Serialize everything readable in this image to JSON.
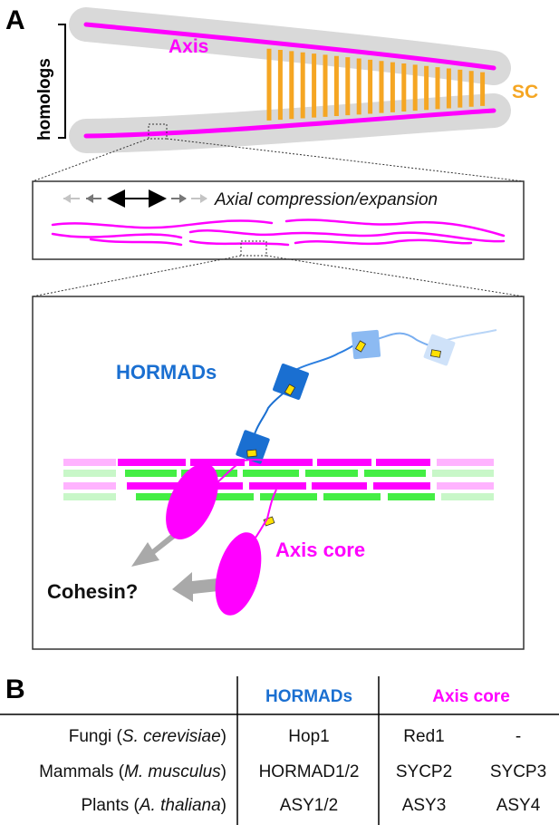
{
  "panel_a": {
    "letter": "A",
    "homologs_label": "homologs",
    "axis_label": "Axis",
    "sc_label": "SC",
    "compression_label": "Axial compression/expansion",
    "hormads_label": "HORMADs",
    "axis_core_label": "Axis core",
    "cohesin_label": "Cohesin?"
  },
  "panel_b": {
    "letter": "B",
    "headers": {
      "hormads": "HORMADs",
      "axis_core": "Axis core"
    },
    "rows": [
      {
        "prefix": "Fungi (",
        "species": "S. cerevisiae",
        "suffix": ")",
        "hormad": "Hop1",
        "core1": "Red1",
        "core2": "-"
      },
      {
        "prefix": "Mammals (",
        "species": "M. musculus",
        "suffix": ")",
        "hormad": "HORMAD1/2",
        "core1": "SYCP2",
        "core2": "SYCP3"
      },
      {
        "prefix": "Plants (",
        "species": "A. thaliana",
        "suffix": ")",
        "hormad": "ASY1/2",
        "core1": "ASY3",
        "core2": "ASY4"
      }
    ]
  },
  "colors": {
    "magenta": "#ff00ff",
    "orange": "#f5a623",
    "hormad_blue": "#1a6fd1",
    "green": "#44ee44",
    "gray": "#b0b0b0"
  }
}
